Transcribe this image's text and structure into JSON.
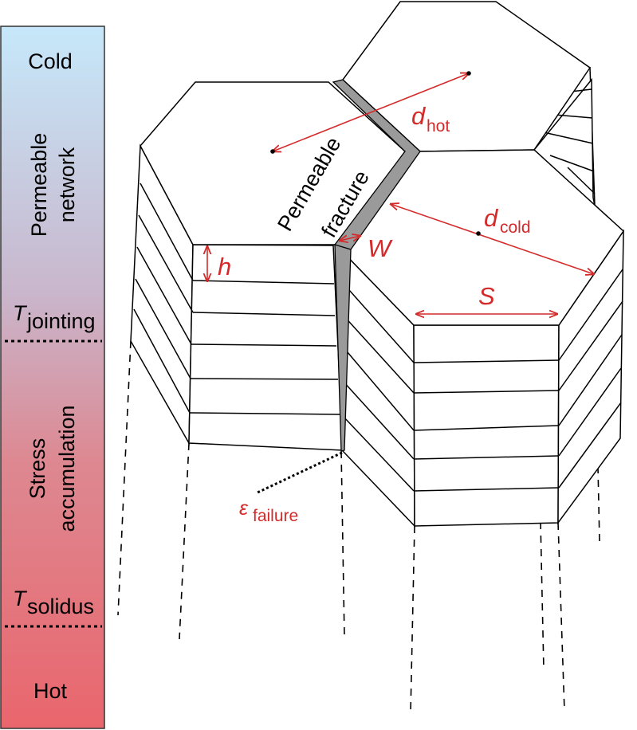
{
  "temperature_bar": {
    "labels": {
      "cold": "Cold",
      "permeable_line1": "Permeable",
      "permeable_line2": "network",
      "t_jointing_symbol": "T",
      "t_jointing_sub": "jointing",
      "stress_line1": "Stress",
      "stress_line2": "accumulation",
      "t_solidus_symbol": "T",
      "t_solidus_sub": "solidus",
      "hot": "Hot"
    },
    "gradient": {
      "top": "#c6e8fa",
      "middle": "#c9b6cc",
      "lower": "#dd8891",
      "bottom": "#ea666d"
    }
  },
  "diagram": {
    "permeable_fracture_line1": "Permeable",
    "permeable_fracture_line2": "fracture",
    "d_hot_symbol": "d",
    "d_hot_sub": "hot",
    "d_cold_symbol": "d",
    "d_cold_sub": "cold",
    "W": "W",
    "h": "h",
    "S": "S",
    "eps_symbol": "ε",
    "eps_sub": "failure",
    "annotation_color": "#d42a2a",
    "fracture_color": "#9a9a9a"
  }
}
